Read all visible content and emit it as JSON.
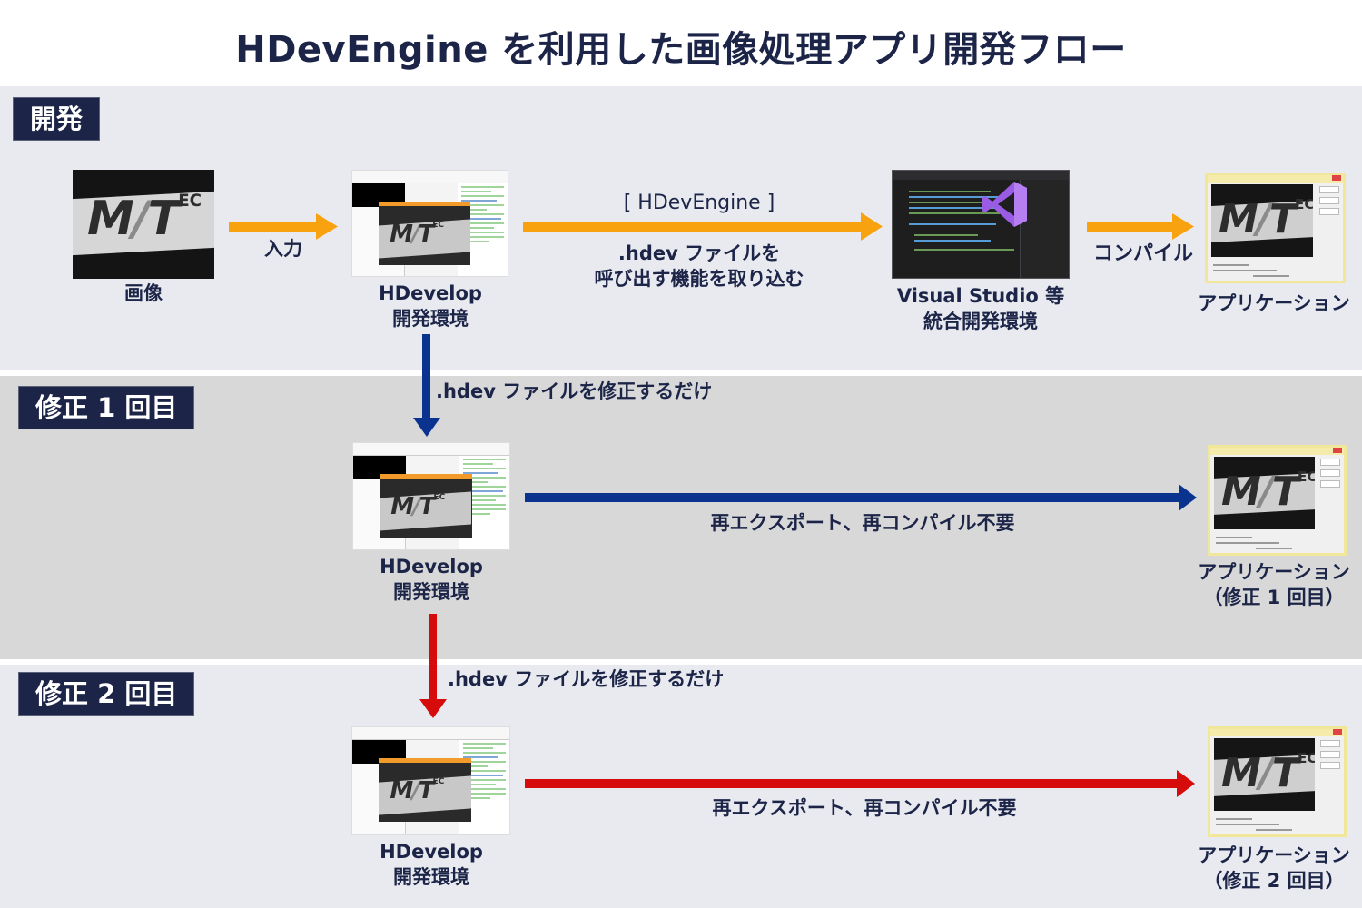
{
  "title": "HDevEngine を利用した画像処理アプリ開発フロー",
  "colors": {
    "navy": "#1c2548",
    "orange": "#f8a20f",
    "blue": "#0a3390",
    "red": "#d60b0b",
    "section_light": "#e8eaef",
    "section_gray": "#d8d8d8"
  },
  "sections": {
    "dev": {
      "badge": "開発",
      "image_label": "画像",
      "input_label": "入力",
      "hdevelop_label_1": "HDevelop",
      "hdevelop_label_2": "開発環境",
      "engine_label": "[ HDevEngine ]",
      "engine_desc_1": ".hdev ファイルを",
      "engine_desc_2": "呼び出す機能を取り込む",
      "vs_label_1": "Visual Studio 等",
      "vs_label_2": "統合開発環境",
      "compile_label": "コンパイル",
      "app_label": "アプリケーション"
    },
    "fix1": {
      "badge": "修正 1 回目",
      "modify_label": ".hdev ファイルを修正するだけ",
      "hdevelop_label_1": "HDevelop",
      "hdevelop_label_2": "開発環境",
      "flow_label": "再エクスポート、再コンパイル不要",
      "app_label_1": "アプリケーション",
      "app_label_2": "（修正 1 回目）"
    },
    "fix2": {
      "badge": "修正 2 回目",
      "modify_label": ".hdev ファイルを修正するだけ",
      "hdevelop_label_1": "HDevelop",
      "hdevelop_label_2": "開発環境",
      "flow_label": "再エクスポート、再コンパイル不要",
      "app_label_1": "アプリケーション",
      "app_label_2": "（修正 2 回目）"
    }
  },
  "logo": {
    "main": "M/T",
    "sup": "EC"
  },
  "icons": {
    "image": "camera-image-thumbnail",
    "hdevelop": "hdevelop-screenshot",
    "visual_studio": "visual-studio-logo",
    "application": "application-window-screenshot"
  }
}
